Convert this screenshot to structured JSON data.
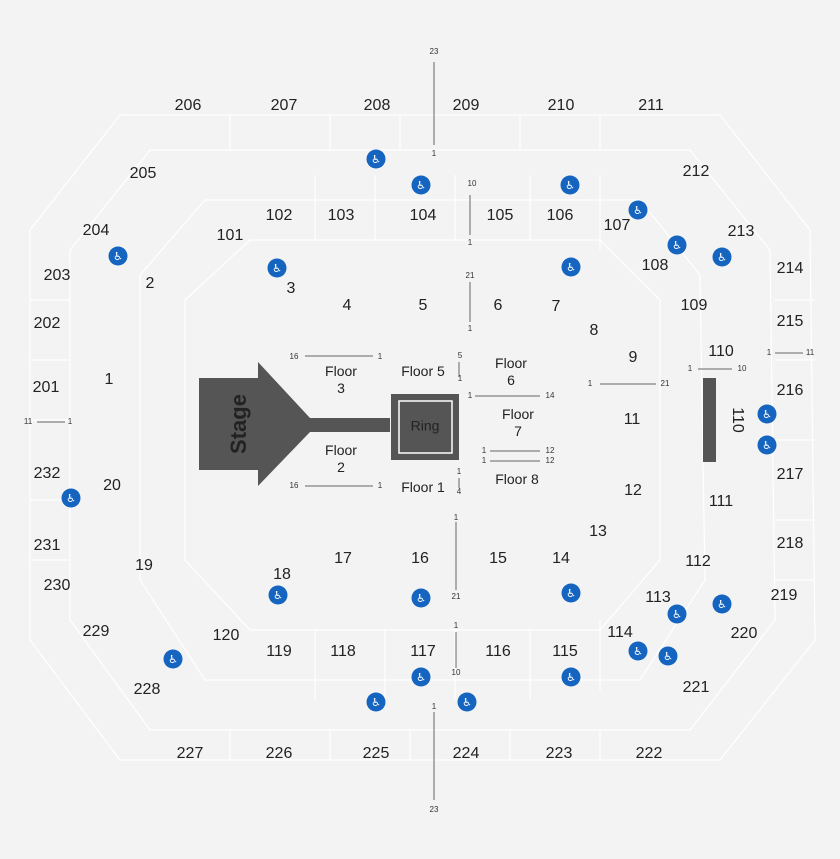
{
  "colors": {
    "background": "#f3f3f3",
    "section_outline": "#ffffff",
    "stage_fill": "#555555",
    "accessible_icon": "#1565c0"
  },
  "icons": {
    "accessible": "wheelchair-icon"
  },
  "stage": {
    "label": "Stage"
  },
  "ring": {
    "label": "Ring"
  },
  "floors": [
    {
      "line1": "Floor 5",
      "line2": ""
    },
    {
      "line1": "Floor",
      "line2": "6"
    },
    {
      "line1": "Floor",
      "line2": "7"
    },
    {
      "line1": "Floor 8",
      "line2": ""
    },
    {
      "line1": "Floor 1",
      "line2": ""
    },
    {
      "line1": "Floor",
      "line2": "2"
    },
    {
      "line1": "Floor",
      "line2": "3"
    }
  ],
  "sections": [
    "206",
    "207",
    "208",
    "209",
    "210",
    "211",
    "205",
    "212",
    "102",
    "103",
    "104",
    "105",
    "106",
    "107",
    "204",
    "101",
    "213",
    "108",
    "203",
    "2",
    "3",
    "4",
    "5",
    "6",
    "7",
    "214",
    "109",
    "202",
    "8",
    "215",
    "110",
    "9",
    "201",
    "1",
    "216",
    "11",
    "110",
    "232",
    "20",
    "12",
    "217",
    "111",
    "13",
    "231",
    "19",
    "17",
    "16",
    "15",
    "14",
    "218",
    "112",
    "230",
    "18",
    "219",
    "113",
    "229",
    "120",
    "114",
    "220",
    "119",
    "118",
    "117",
    "116",
    "115",
    "228",
    "221",
    "227",
    "226",
    "225",
    "224",
    "223",
    "222"
  ],
  "row_labels": [
    "23",
    "1",
    "10",
    "1",
    "21",
    "1",
    "16",
    "1",
    "5",
    "1",
    "1",
    "14",
    "1",
    "21",
    "1",
    "10",
    "1",
    "11",
    "11",
    "1",
    "1",
    "12",
    "1",
    "12",
    "16",
    "1",
    "1",
    "4",
    "1",
    "21",
    "1",
    "10",
    "1",
    "23"
  ]
}
